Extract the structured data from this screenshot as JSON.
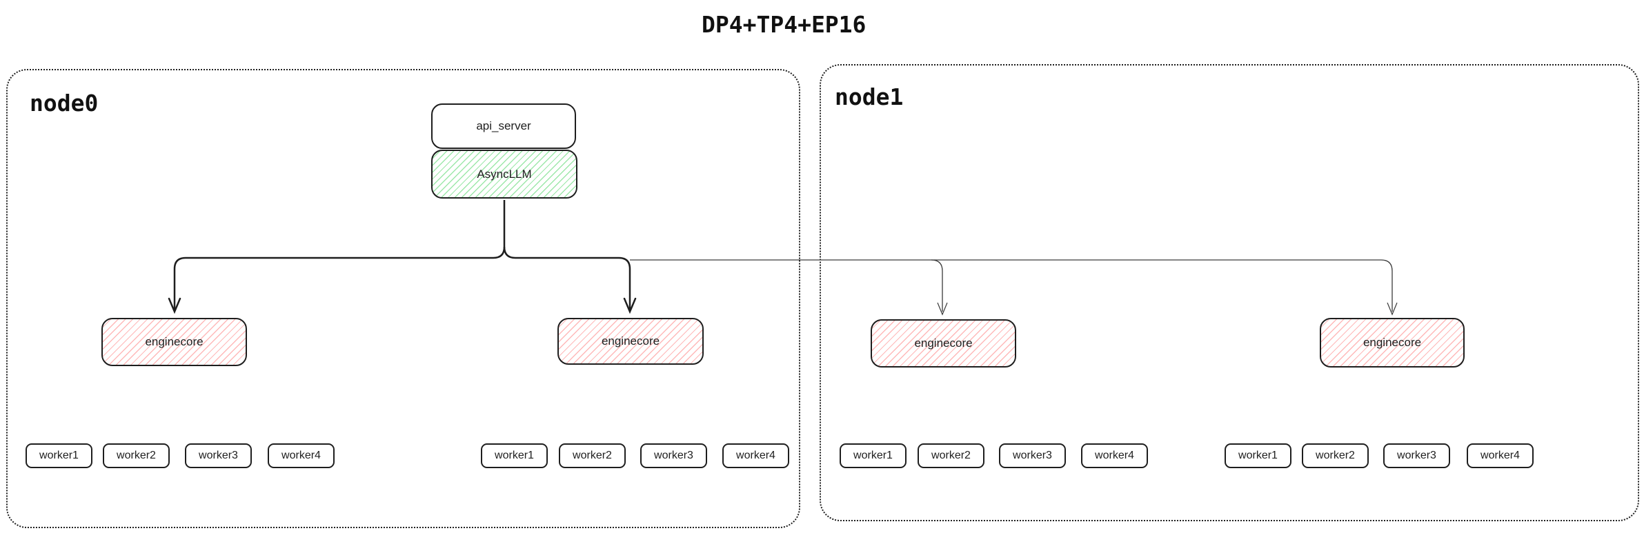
{
  "title": "DP4+TP4+EP16",
  "colors": {
    "ink": "#1e1e1e",
    "green_hatch": "#69db7c",
    "red_hatch": "#ff7373"
  },
  "node0": {
    "label": "node0",
    "api_server_label": "api_server",
    "asyncllm_label": "AsyncLLM",
    "enginecores": [
      "enginecore",
      "enginecore"
    ],
    "worker_groups": [
      [
        "worker1",
        "worker2",
        "worker3",
        "worker4"
      ],
      [
        "worker1",
        "worker2",
        "worker3",
        "worker4"
      ]
    ]
  },
  "node1": {
    "label": "node1",
    "enginecores": [
      "enginecore",
      "enginecore"
    ],
    "worker_groups": [
      [
        "worker1",
        "worker2",
        "worker3",
        "worker4"
      ],
      [
        "worker1",
        "worker2",
        "worker3",
        "worker4"
      ]
    ]
  }
}
